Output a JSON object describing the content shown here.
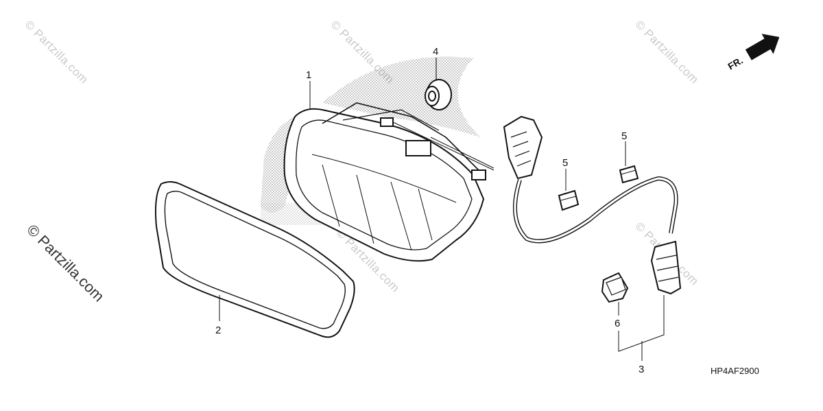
{
  "watermark": {
    "repeat_text": "© Partzilla.com",
    "side_text": "© Partzilla.com"
  },
  "direction": {
    "label": "FR."
  },
  "diagram_code": "HP4AF2900",
  "callouts": [
    "1",
    "2",
    "3",
    "4",
    "5",
    "5",
    "6"
  ],
  "parts": [
    {
      "ref": "1",
      "part": "taillight-assembly"
    },
    {
      "ref": "2",
      "part": "rim-gasket"
    },
    {
      "ref": "3",
      "part": "wire-harness-set"
    },
    {
      "ref": "4",
      "part": "rubber-grommet"
    },
    {
      "ref": "5",
      "part": "harness-clip"
    },
    {
      "ref": "6",
      "part": "socket-connector"
    }
  ]
}
